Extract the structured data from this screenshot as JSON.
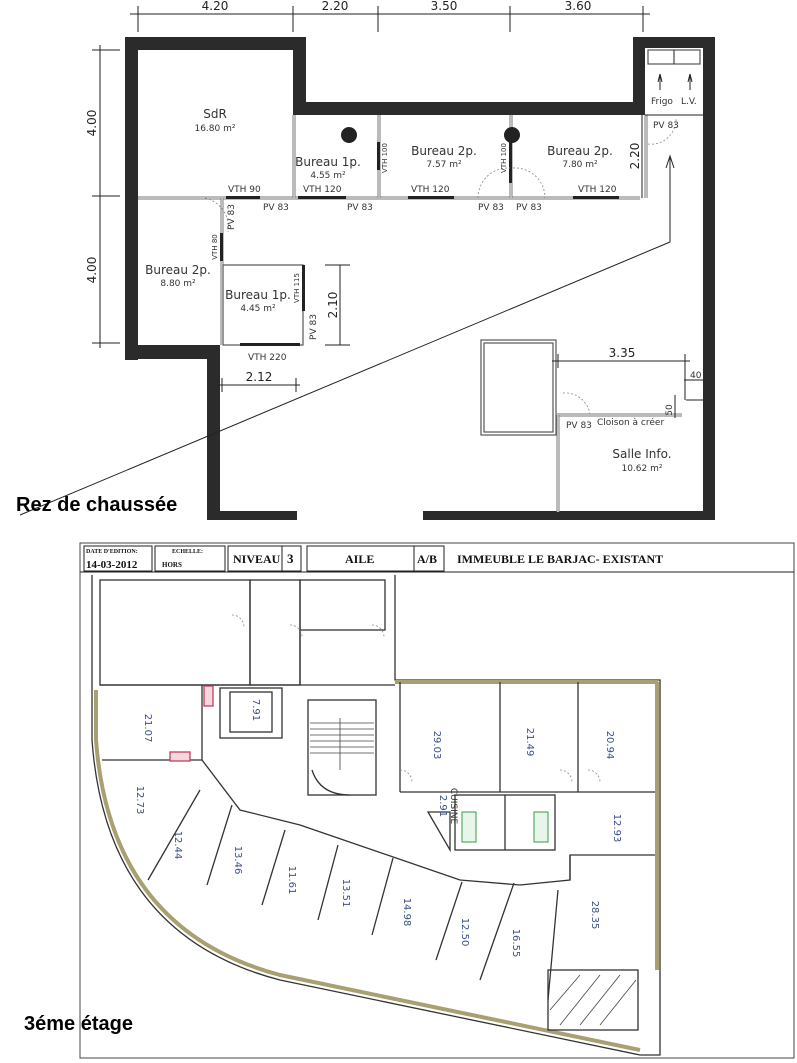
{
  "ground_floor": {
    "caption": "Rez de chaussée",
    "dimensions_top": [
      "4.20",
      "2.20",
      "3.50",
      "3.60"
    ],
    "dimensions_left": [
      "4.00",
      "4.00"
    ],
    "dimension_inner_1": "2.10",
    "dimension_inner_2": "2.12",
    "dimension_inner_3": "2.20",
    "dimension_inner_4": "3.35",
    "dimension_inner_5": "40",
    "dimension_inner_6": "50",
    "rooms": [
      {
        "name": "SdR",
        "area": "16.80 m²"
      },
      {
        "name": "Bureau 1p.",
        "area": "4.55 m²"
      },
      {
        "name": "Bureau 2p.",
        "area": "7.57 m²"
      },
      {
        "name": "Bureau 2p.",
        "area": "7.80 m²"
      },
      {
        "name": "Bureau 2p.",
        "area": "8.80 m²"
      },
      {
        "name": "Bureau 1p.",
        "area": "4.45 m²"
      },
      {
        "name": "Salle Info.",
        "area": "10.62 m²"
      }
    ],
    "fixtures": {
      "fridge": "Frigo",
      "sink": "L.V."
    },
    "labels": {
      "vth90": "VTH 90",
      "vth120": "VTH 120",
      "vth100": "VTH 100",
      "vth80": "VTH 80",
      "vth115": "VTH 115",
      "vth220": "VTH 220",
      "pv83": "PV 83",
      "cloison": "Cloison à créer"
    }
  },
  "third_floor": {
    "caption": "3éme étage",
    "title_block": {
      "date_label": "DATE D'EDITION:",
      "date_value": "14-03-2012",
      "scale_label": "ECHELLE:",
      "scale_value": "HORS",
      "level_label": "NIVEAU",
      "level_value": "3",
      "wing_label": "AILE",
      "wing_value": "A/B",
      "building": "IMMEUBLE LE BARJAC- EXISTANT"
    },
    "rooms": [
      "21.07",
      "7.91",
      "12.73",
      "12.44",
      "13.46",
      "11.61",
      "13.51",
      "14.98",
      "29.03",
      "21.49",
      "20.94",
      "12.93",
      "28.35",
      "12.50",
      "16.55"
    ],
    "kitchen": {
      "name": "CUISINE",
      "area": "2.91"
    }
  }
}
